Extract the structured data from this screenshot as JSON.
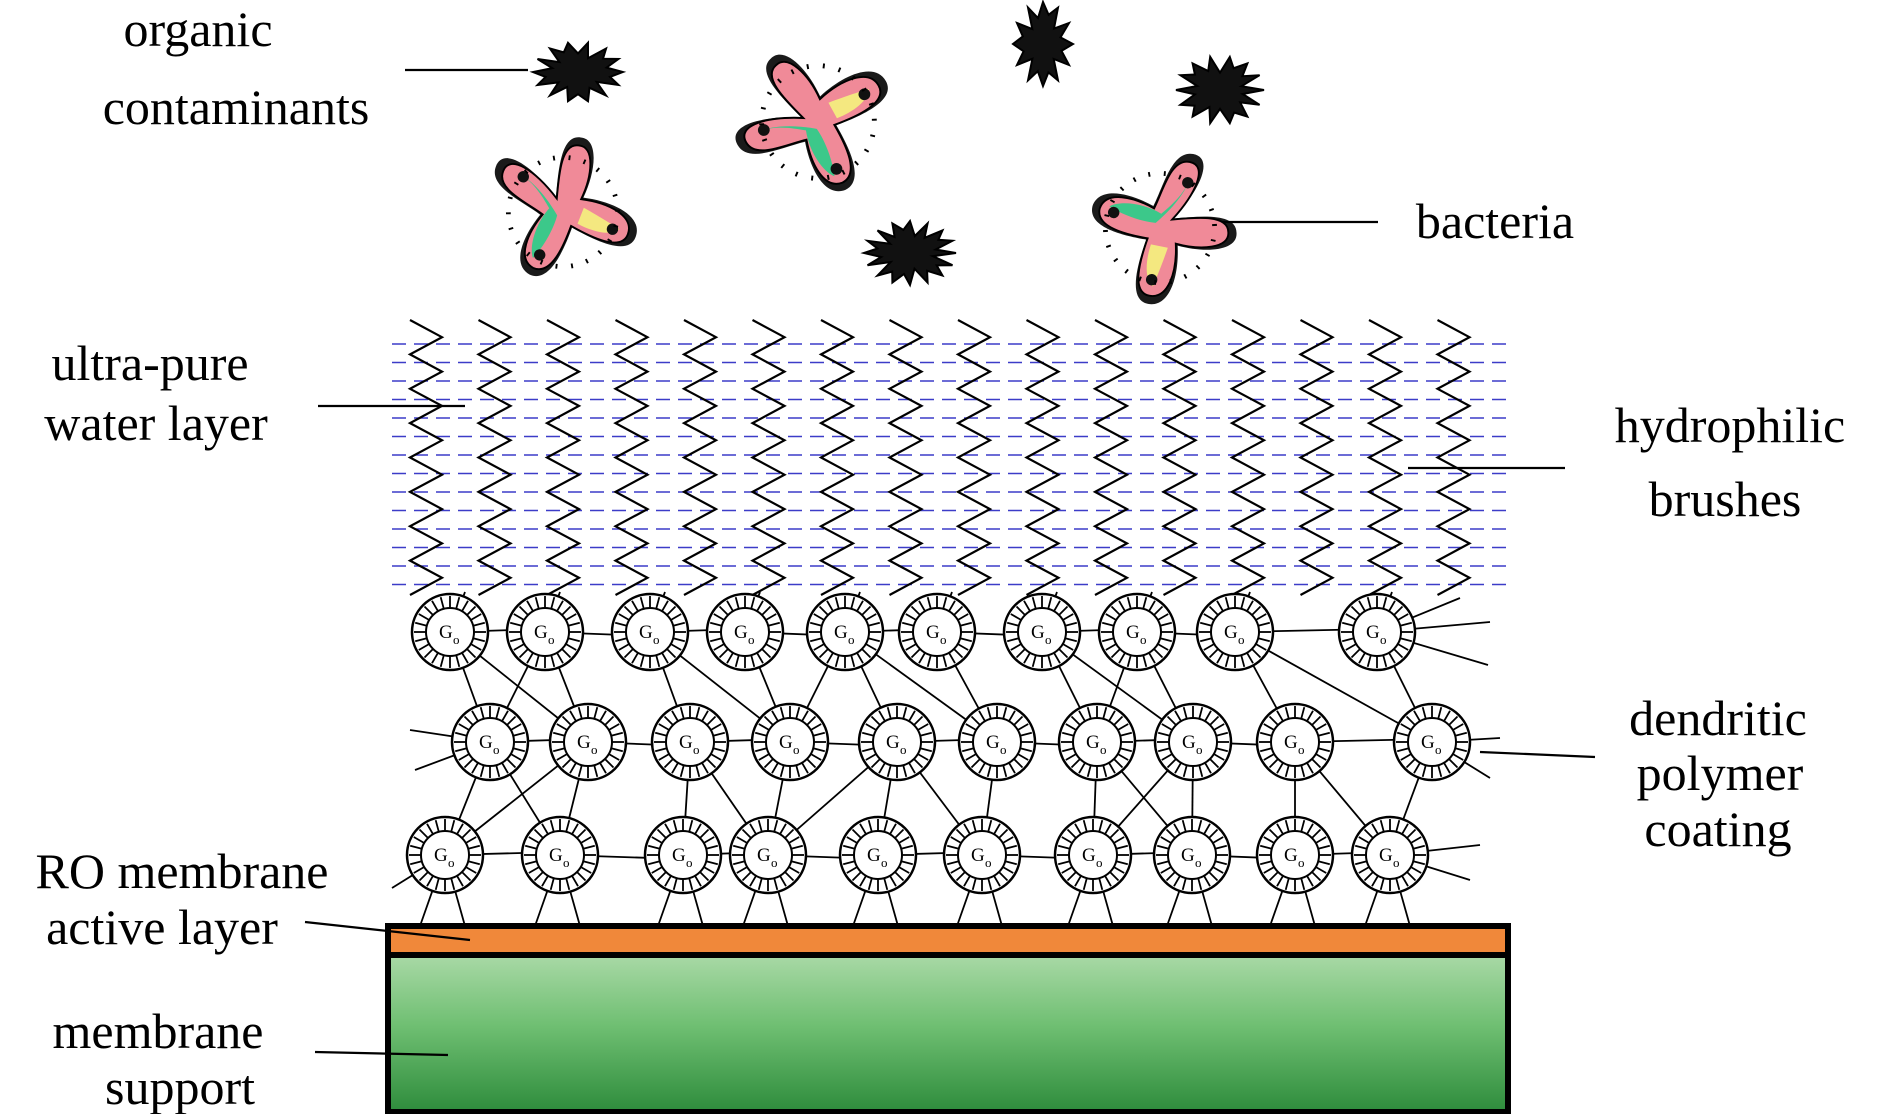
{
  "labels": {
    "organic_1": "organic",
    "organic_2": "contaminants",
    "bacteria": "bacteria",
    "water_1": "ultra-pure",
    "water_2": "water layer",
    "brushes_1": "hydrophilic",
    "brushes_2": "brushes",
    "dendritic_1": "dendritic",
    "dendritic_2": "polymer",
    "dendritic_3": "coating",
    "ro_1": "RO membrane",
    "ro_2": "active layer",
    "support_1": "membrane",
    "support_2": "support"
  },
  "dendrimer": {
    "main": "G",
    "sub": "o"
  },
  "colors": {
    "active_layer": "#f0883a",
    "support_light": "#a8d8a8",
    "support_dark": "#2f8f3e",
    "water_dash": "#3c3cc8",
    "bacteria_pink": "#f08a98",
    "bacteria_green": "#3cc88a",
    "bacteria_yellow": "#f4e880",
    "ink": "#000000"
  }
}
